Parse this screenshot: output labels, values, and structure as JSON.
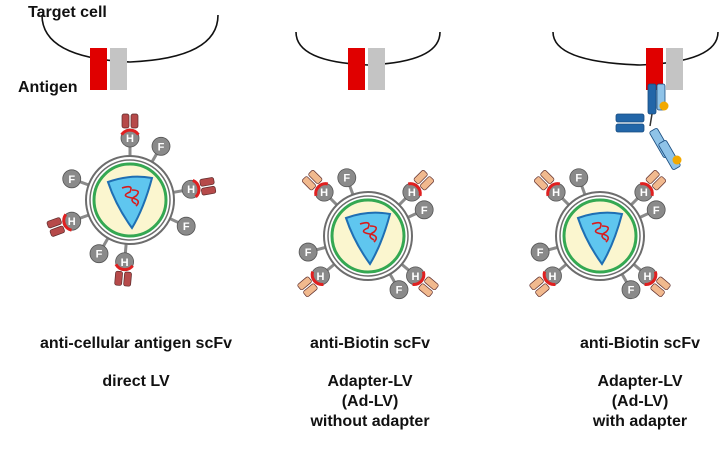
{
  "labels": {
    "target_cell": "Target cell",
    "antigen": "Antigen"
  },
  "panels": [
    {
      "title": "anti-cellular antigen scFv",
      "subtitle_lines": [
        "direct LV"
      ]
    },
    {
      "title": "anti-Biotin scFv",
      "subtitle_lines": [
        "Adapter-LV",
        "(Ad-LV)",
        "without adapter"
      ]
    },
    {
      "title": "anti-Biotin scFv",
      "subtitle_lines": [
        "Adapter-LV",
        "(Ad-LV)",
        "with adapter"
      ]
    }
  ],
  "glycoprotein_letters": {
    "h": "H",
    "f": "F"
  },
  "colors": {
    "antigen": "#e00000",
    "receptor": "#c4c4c4",
    "scfv_direct": "#b64a4a",
    "scfv_biotin": "#f1b98e",
    "envelope_outer": "#6d6d6d",
    "envelope_inner": "#35a852",
    "capsid_fill": "#fbf6cf",
    "core_fill": "#5fc6ef",
    "core_stroke": "#1f6fb3",
    "rna": "#d81b1b",
    "hf_circle": "#8a8a8a",
    "red_arc": "#e02020",
    "adapter_light": "#8fc3e8",
    "adapter_dark": "#2266a8",
    "biotin": "#f2a900"
  }
}
